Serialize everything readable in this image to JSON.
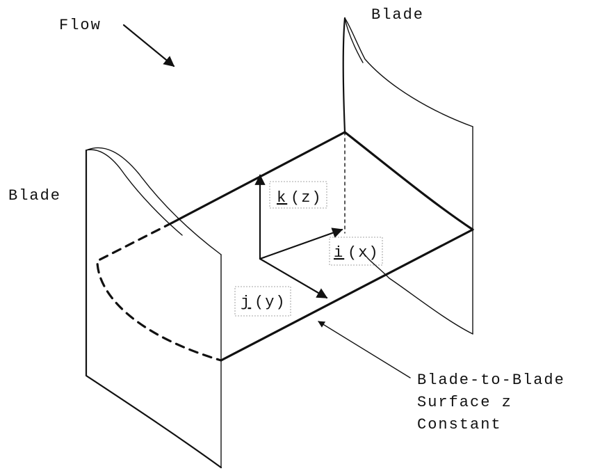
{
  "labels": {
    "flow": "Flow",
    "blade_left": "Blade",
    "blade_right": "Blade",
    "k_axis_letter": "k",
    "k_axis_var": "(z)",
    "i_axis_letter": "i",
    "i_axis_var": "(x)",
    "j_axis_letter": "j",
    "j_axis_var": "(y)",
    "surface_line1": "Blade-to-Blade",
    "surface_line2": "Surface z",
    "surface_line3": "Constant"
  },
  "colors": {
    "ink": "#111111",
    "background": "#ffffff"
  }
}
